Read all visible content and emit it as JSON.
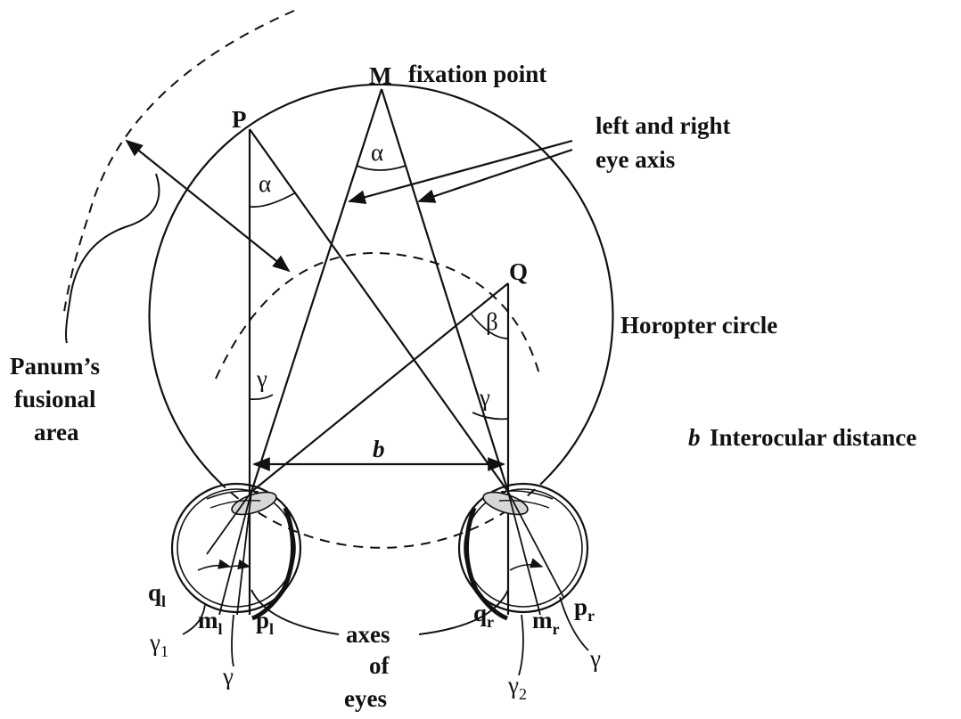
{
  "points": {
    "M": "M",
    "P": "P",
    "Q": "Q"
  },
  "labels": {
    "fixation_point": "fixation point",
    "eye_axis_line1": "left and right",
    "eye_axis_line2": "eye axis",
    "horopter": "Horopter circle",
    "panum_line1": "Panum’s",
    "panum_line2": "fusional",
    "panum_line3": "area",
    "b_symbol": "b",
    "interocular": "Interocular distance",
    "axes_line1": "axes",
    "axes_line2": "of",
    "axes_line3": "eyes"
  },
  "angles": {
    "alpha": "α",
    "beta": "β",
    "gamma": "γ"
  },
  "eye_labels": {
    "q_base": "q",
    "l_sub": "l",
    "m_base": "m",
    "p_base": "p",
    "r_sub": "r",
    "gamma_base": "γ",
    "one_sub": "1",
    "two_sub": "2"
  }
}
